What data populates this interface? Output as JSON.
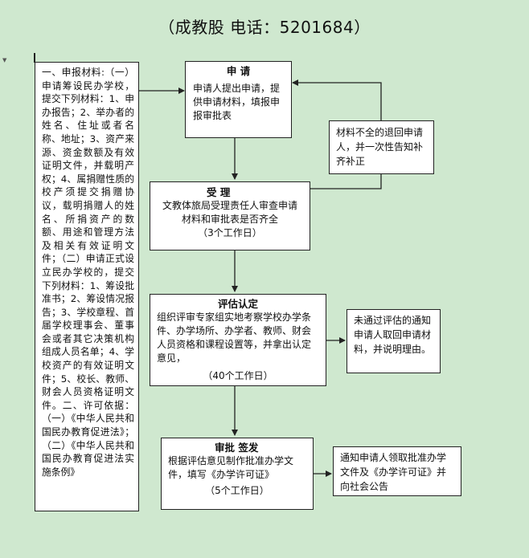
{
  "title": "（成教股 电话：5201684）",
  "materials": {
    "text": "一、申报材料:（一）申请筹设民办学校，提交下列材料：1、申办报告；2、举办者的姓名、住址或者名称、地址；3、资产来源、资金数额及有效证明文件，并载明产权；4、属捐赠性质的校产须提交捐赠协议，载明捐赠人的姓名、所捐资产的数额、用途和管理方法及相关有效证明文件；（二）申请正式设立民办学校的，提交下列材料：1、筹设批准书；2、筹设情况报告；3、学校章程、首届学校理事会、董事会或者其它决策机构组成人员名单；4、学校资产的有效证明文件；5、校长、教师、财会人员资格证明文件。二、许可依据：（一）《中华人民共和国民办教育促进法》；（二）《中华人民共和国民办教育促进法实施条例》"
  },
  "apply": {
    "heading": "申 请",
    "body": "申请人提出申请，提供申请材料，填报申报审批表"
  },
  "returnNote": {
    "body": "材料不全的退回申请人，并一次性告知补齐补正"
  },
  "accept": {
    "heading": "受 理",
    "body": "文教体旅局受理责任人审查申请材料和审批表是否齐全",
    "days": "（3个工作日）"
  },
  "evaluate": {
    "heading": "评估认定",
    "body": "组织评审专家组实地考察学校办学条件、办学场所、办学者、教师、财会人员资格和课程设置等，并拿出认定意见，",
    "days": "（40个工作日）"
  },
  "failNote": {
    "body": "未通过评估的通知申请人取回申请材料，并说明理由。"
  },
  "approve": {
    "heading": "审批 签发",
    "body": "根据评估意见制作批准办学文件，填写《办学许可证》",
    "days": "（5个工作日）"
  },
  "notify": {
    "body": "通知申请人领取批准办学文件及《办学许可证》并向社会公告"
  }
}
